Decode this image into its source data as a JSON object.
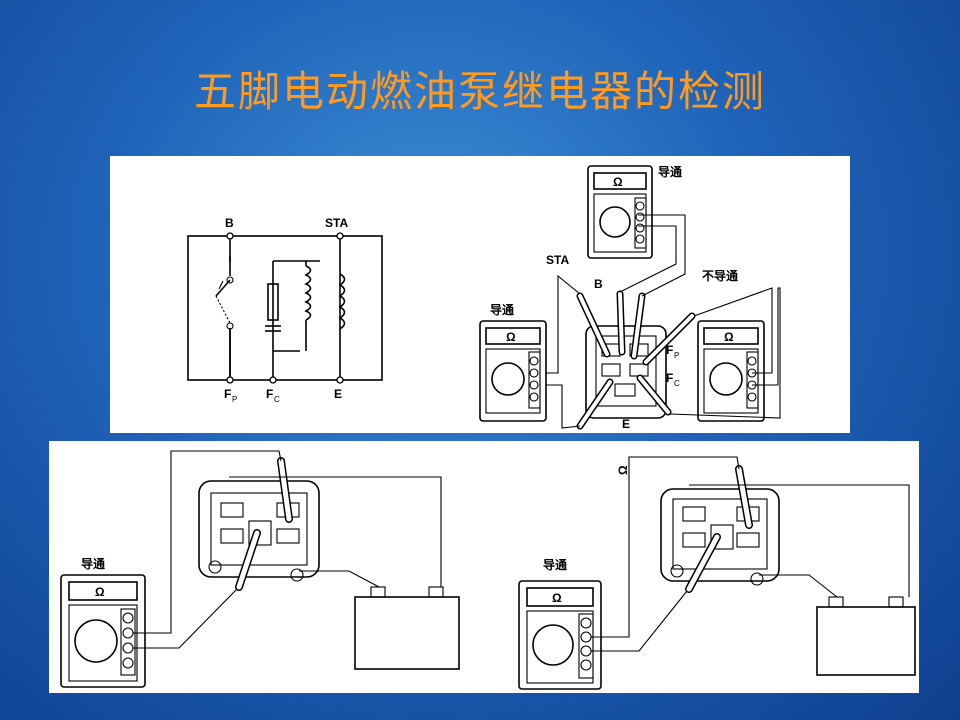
{
  "title": "五脚电动燃油泵继电器的检测",
  "top_panel": {
    "schematic": {
      "terminal_b": "B",
      "terminal_sta": "STA",
      "terminal_fp": "F",
      "terminal_fp_sub": "P",
      "terminal_fc": "F",
      "terminal_fc_sub": "C",
      "terminal_e": "E"
    },
    "meter_top": {
      "ohm": "Ω",
      "label": "导通"
    },
    "meter_left": {
      "ohm": "Ω",
      "label": "导通"
    },
    "meter_right": {
      "ohm": "Ω",
      "label": "不导通"
    },
    "relay": {
      "sta": "STA",
      "b": "B",
      "fp": "F",
      "fp_sub": "P",
      "fc": "F",
      "fc_sub": "C",
      "e": "E"
    }
  },
  "bottom_panel": {
    "left_test": {
      "ohm": "Ω",
      "label": "导通"
    },
    "right_test": {
      "ohm": "Ω",
      "label": "导通",
      "side_mark": "Ω"
    }
  }
}
